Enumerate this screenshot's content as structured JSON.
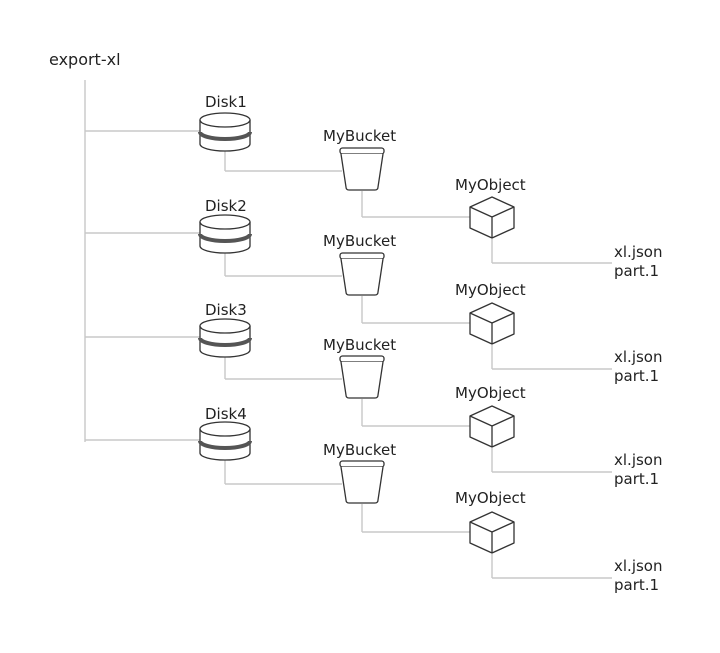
{
  "root": {
    "label": "export-xl"
  },
  "disks": [
    {
      "label": "Disk1",
      "bucket": "MyBucket",
      "object": "MyObject",
      "files": [
        "xl.json",
        "part.1"
      ]
    },
    {
      "label": "Disk2",
      "bucket": "MyBucket",
      "object": "MyObject",
      "files": [
        "xl.json",
        "part.1"
      ]
    },
    {
      "label": "Disk3",
      "bucket": "MyBucket",
      "object": "MyObject",
      "files": [
        "xl.json",
        "part.1"
      ]
    },
    {
      "label": "Disk4",
      "bucket": "MyBucket",
      "object": "MyObject",
      "files": [
        "xl.json",
        "part.1"
      ]
    }
  ],
  "colors": {
    "line": "#c8c8c8",
    "stroke": "#333333",
    "disk_band": "#555555",
    "text": "#222222"
  },
  "icons": {
    "disk": "disk-icon",
    "bucket": "bucket-icon",
    "object": "cube-icon"
  }
}
